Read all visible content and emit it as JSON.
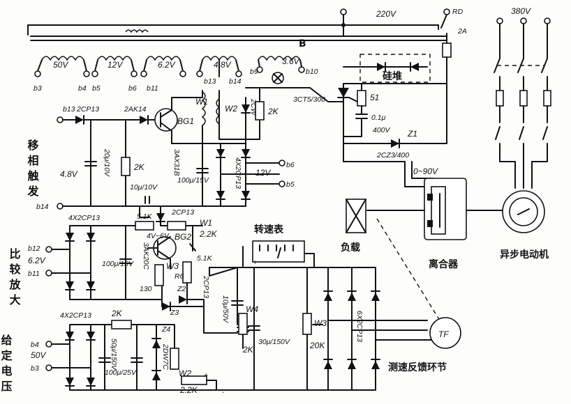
{
  "labels": {
    "v220": "220V",
    "v380": "380V",
    "rd": "RD",
    "fuse_2a": "2A",
    "b": "B",
    "w_50v": "50V",
    "w_12v": "12V",
    "w_62v": "6.2V",
    "w_48v": "4.8V",
    "w_36v": "3.6V",
    "b3": "b3",
    "b4": "b4",
    "b5": "b5",
    "b6": "b6",
    "b11": "b11",
    "b13": "b13",
    "b14": "b14",
    "b9": "b9",
    "b10": "b10",
    "d_2cp13": "2CP13",
    "d_2ak14": "2AK14",
    "bg1": "BG1",
    "bg1_type": "3AX31B",
    "w1": "W1",
    "w2": "W2",
    "d_2cw": "2CW",
    "r_2k_a": "2K",
    "scr": "3CT5/300",
    "r51": "51",
    "c01": "0.1μ",
    "c400": "400V",
    "z1": "Z1",
    "z1_type": "2CZ3/400",
    "rect_box": "硅堆",
    "v0_90": "0~90V",
    "phase_trigger": "移相触发",
    "v48_left": "4.8V",
    "c_20u": "20μ/10V",
    "r_2k_b": "2K",
    "c_10u": "10μ/10V",
    "c_100u_15v": "100μ/15V",
    "b4x2cp13_a": "4X2CP13",
    "b4x2cp13_b": "4X2CP13",
    "v12_right": "12V",
    "b6_r": "b6",
    "b5_r": "b5",
    "w4x2cp13": "4X2CP13",
    "b12": "b12",
    "v62_left": "6.2V",
    "compare_amp": "比较放大",
    "c100_15v_b": "100μ/15V",
    "r_51k": "5.1K",
    "d_2cp13_b": "2CP13",
    "w1_22k": "W1",
    "r_22k": "2.2K",
    "v_4v6v": "4V~6V",
    "bg2": "BG2",
    "bg2_type": "3AK20C",
    "w3_left": "W3",
    "r130": "130",
    "r6": "R6",
    "r_51k_b": "5.1K",
    "z2": "Z2",
    "z3": "Z3",
    "d_2cp13_c": "2CP13",
    "tach_meter": "转速表",
    "c_10u_50v": "10μ/50V",
    "w4": "W4",
    "r_2k_w4": "2K",
    "c_30u": "30μ/150V",
    "w3_right": "W3",
    "r_20k": "20K",
    "b6x2cp13": "6X2CP13",
    "tf": "TF",
    "feedback": "测速反馈环节",
    "given_v": "给定电压",
    "b4_l": "b4",
    "b3_l": "b3",
    "v50_left": "50V",
    "b4x2cp13_c": "4X2CP13",
    "r_2k_c": "2K",
    "c_50u": "50μ/150V",
    "c_100u_25v": "100μ/25V",
    "z4": "Z4",
    "z4_type": "2DW7C",
    "w2_b": "W2",
    "r_22k_b": "2.2K",
    "load": "负载",
    "slip": "离合器",
    "motor": "异步电动机",
    "plus": "+",
    "minus": "-"
  }
}
